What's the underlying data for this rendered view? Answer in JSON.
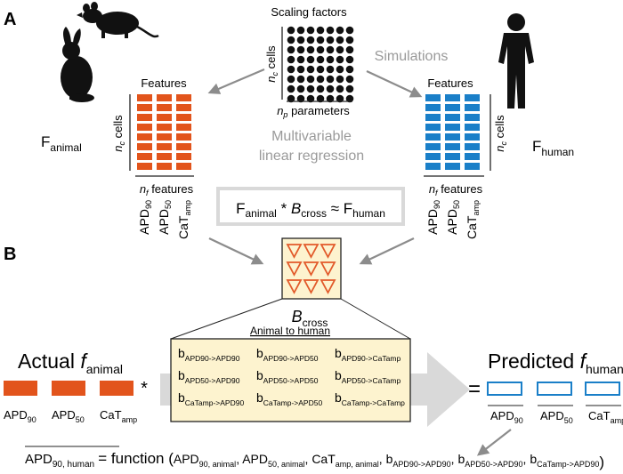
{
  "colors": {
    "animal_orange": "#e2541c",
    "human_blue": "#1a7fc8",
    "grey_arrow": "#8c8c8c",
    "light_grey": "#d9d9d9",
    "text_grey": "#9a9a9a",
    "box_fill": "#fdf3cf",
    "triangle_red": "#e25a2a"
  },
  "panel_a": {
    "label": "A",
    "scaling_factors_title": "Scaling factors",
    "nc": "n",
    "nc_sub": "c",
    "cells": "cells",
    "np": "n",
    "np_sub": "p",
    "parameters": "parameters",
    "simulations": "Simulations",
    "features_left": "Features",
    "features_right": "Features",
    "nf": "n",
    "nf_sub": "f",
    "features_word": "features",
    "f_animal_main": "F",
    "f_animal_sub": "animal",
    "f_human_main": "F",
    "f_human_sub": "human",
    "regression_line1": "Multivariable",
    "regression_line2": "linear regression",
    "eq_f": "F",
    "eq_animal_sub": "animal",
    "eq_star": "*",
    "eq_b": "B",
    "eq_cross_sub": "cross",
    "eq_approx": "≈",
    "eq_f2": "F",
    "eq_human_sub": "human",
    "col_labels": [
      {
        "main": "APD",
        "sub": "90"
      },
      {
        "main": "APD",
        "sub": "50"
      },
      {
        "main": "CaT",
        "sub": "amp"
      }
    ],
    "icons": [
      "rat-silhouette-icon",
      "rabbit-silhouette-icon",
      "human-silhouette-icon"
    ]
  },
  "panel_b": {
    "label": "B",
    "b_cross_main": "B",
    "b_cross_sub": "cross",
    "actual_word": "Actual",
    "actual_f": "f",
    "actual_sub": "animal",
    "predicted_word": "Predicted",
    "predicted_f": "f",
    "predicted_sub": "human",
    "star": "*",
    "equals": "=",
    "matrix_title": "Animal to human",
    "matrix": [
      [
        "APD90->APD90",
        "APD90->APD50",
        "APD90->CaTamp"
      ],
      [
        "APD50->APD90",
        "APD50->APD50",
        "APD50->CaTamp"
      ],
      [
        "CaTamp->APD90",
        "CaTamp->APD50",
        "CaTamp->CaTamp"
      ]
    ],
    "b_letter": "b",
    "animal_labels": [
      {
        "main": "APD",
        "sub": "90"
      },
      {
        "main": "APD",
        "sub": "50"
      },
      {
        "main": "CaT",
        "sub": "amp"
      }
    ],
    "human_labels": [
      {
        "main": "APD",
        "sub": "90"
      },
      {
        "main": "APD",
        "sub": "50"
      },
      {
        "main": "CaT",
        "sub": "amp"
      }
    ],
    "formula": {
      "lhs_main": "APD",
      "lhs_sub": "90, human",
      "equals_function": "= function (",
      "args": [
        {
          "main": "APD",
          "sub": "90, animal"
        },
        {
          "main": "APD",
          "sub": "50, animal"
        },
        {
          "main": "CaT",
          "sub": "amp, animal"
        },
        {
          "main": "b",
          "sub": "APD90->APD90"
        },
        {
          "main": "b",
          "sub": "APD50->APD90"
        },
        {
          "main": "b",
          "sub": "CaTamp->APD90"
        }
      ],
      "comma": ",",
      "close": ")"
    }
  }
}
